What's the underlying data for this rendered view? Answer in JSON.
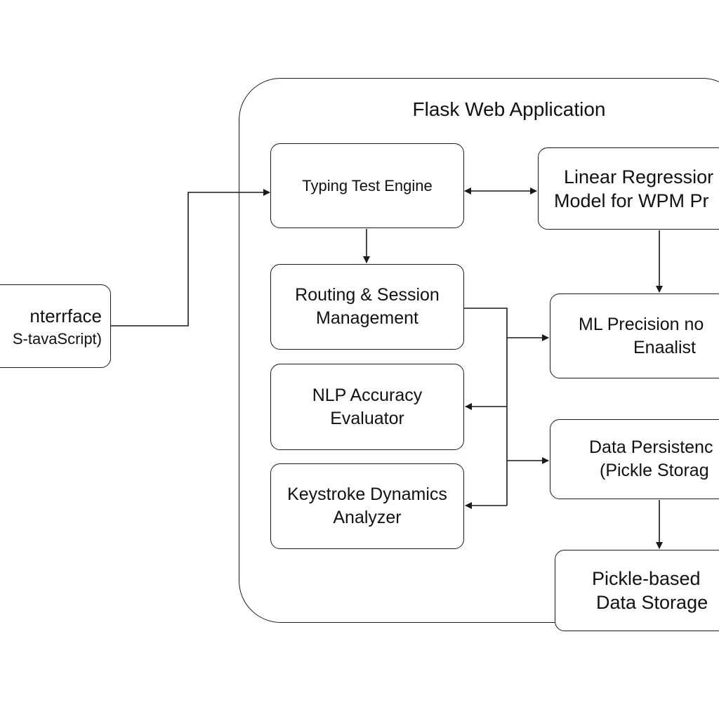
{
  "container": {
    "title": "Flask Web Application"
  },
  "nodes": {
    "interface": {
      "line1": "nterrface",
      "line2": "S-tavaScript)"
    },
    "typing_test_engine": {
      "line1": "Typing Test Engine"
    },
    "routing_session": {
      "line1": "Routing & Session",
      "line2": "Management"
    },
    "nlp_accuracy": {
      "line1": "NLP Accuracy",
      "line2": "Evaluator"
    },
    "keystroke_dynamics": {
      "line1": "Keystroke Dynamics",
      "line2": "Analyzer"
    },
    "linear_regression": {
      "line1": "Linear Regressior",
      "line2": "Model for WPM Pr"
    },
    "ml_precision": {
      "line1": "ML Precision no",
      "line2": "Enaalist"
    },
    "data_persistence": {
      "line1": "Data Persistenc",
      "line2": "(Pickle Storag"
    },
    "pickle_storage": {
      "line1": "Pickle-based",
      "line2": "Data Storage"
    }
  },
  "edges": [
    {
      "from": "interface",
      "to": "typing_test_engine",
      "direction": "forward"
    },
    {
      "from": "typing_test_engine",
      "to": "linear_regression",
      "direction": "both"
    },
    {
      "from": "typing_test_engine",
      "to": "routing_session",
      "direction": "forward"
    },
    {
      "from": "linear_regression",
      "to": "ml_precision",
      "direction": "forward"
    },
    {
      "from": "routing_session",
      "to": "ml_precision",
      "direction": "forward"
    },
    {
      "from": "routing_session",
      "to": "nlp_accuracy",
      "direction": "forward"
    },
    {
      "from": "routing_session",
      "to": "data_persistence",
      "direction": "forward"
    },
    {
      "from": "routing_session",
      "to": "keystroke_dynamics",
      "direction": "forward"
    },
    {
      "from": "data_persistence",
      "to": "pickle_storage",
      "direction": "forward"
    }
  ],
  "colors": {
    "stroke": "#1a1a1a",
    "background": "#ffffff",
    "text": "#111111"
  }
}
